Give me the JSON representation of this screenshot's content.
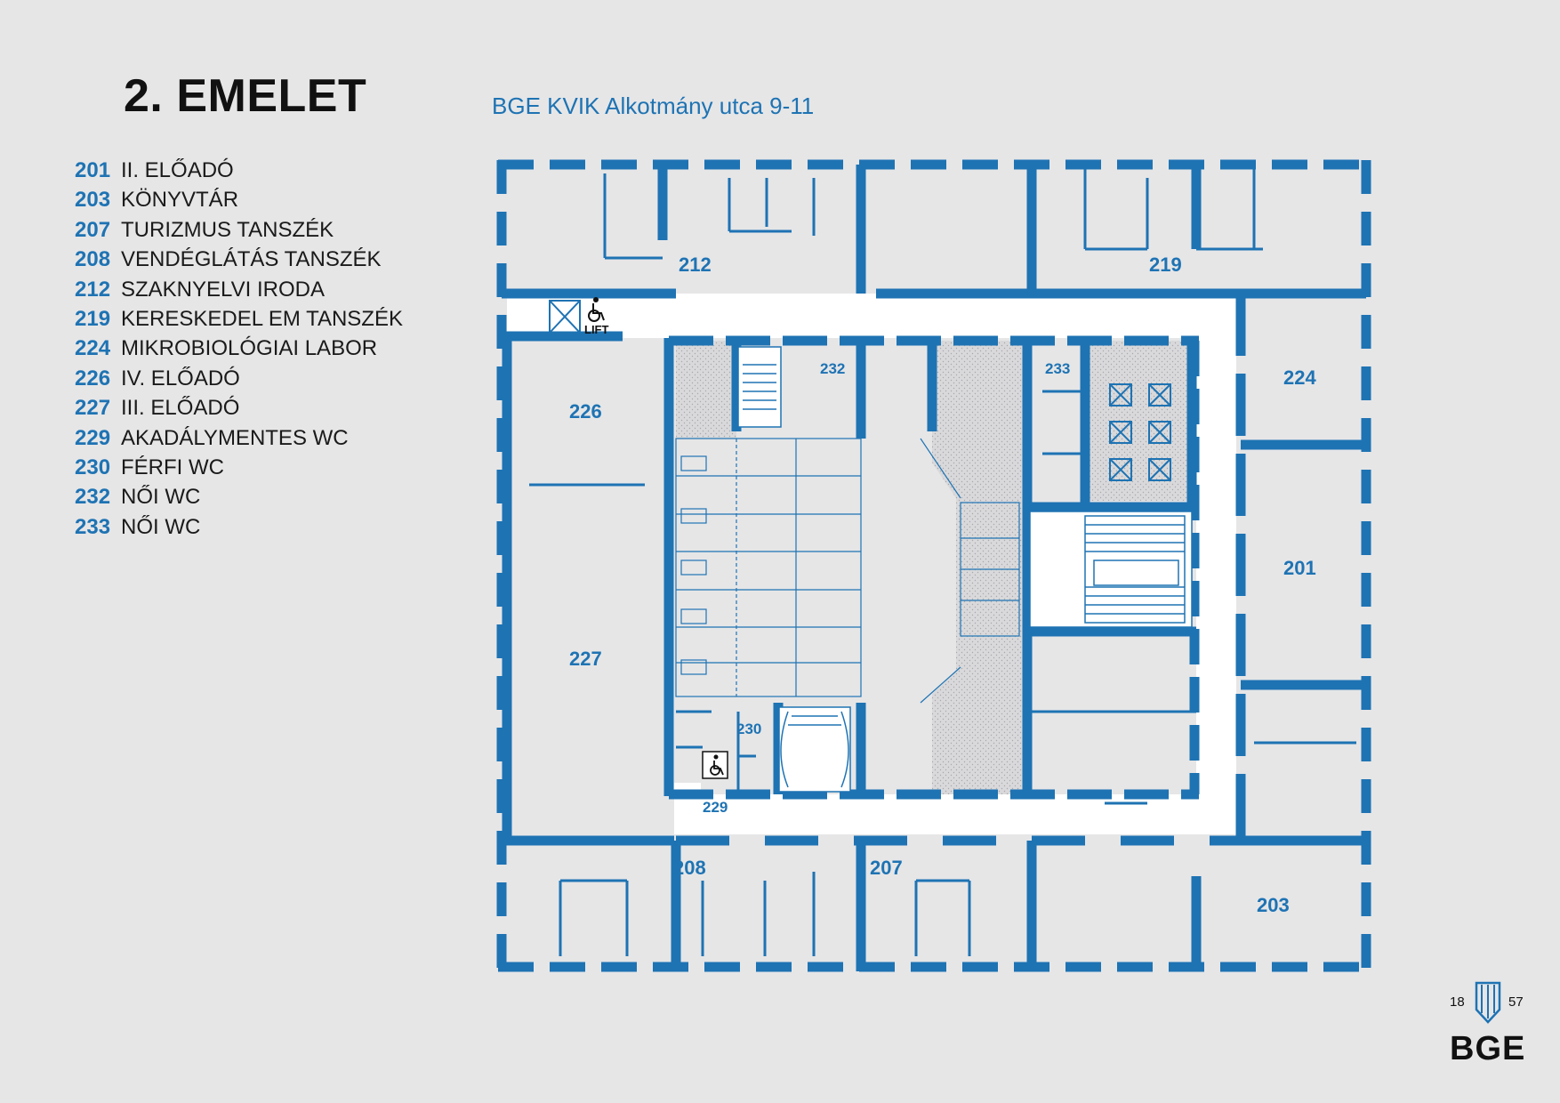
{
  "header": {
    "title": "2. EMELET",
    "subtitle": "BGE KVIK Alkotmány utca 9-11"
  },
  "legend": [
    {
      "num": "201",
      "name": "II. ELŐADÓ"
    },
    {
      "num": "203",
      "name": "KÖNYVTÁR"
    },
    {
      "num": "207",
      "name": "TURIZMUS TANSZÉK"
    },
    {
      "num": "208",
      "name": "VENDÉGLÁTÁS TANSZÉK"
    },
    {
      "num": "212",
      "name": "SZAKNYELVI IRODA"
    },
    {
      "num": "219",
      "name": "KERESKEDEL EM TANSZÉK"
    },
    {
      "num": "224",
      "name": "MIKROBIOLÓGIAI LABOR"
    },
    {
      "num": "226",
      "name": "IV. ELŐADÓ"
    },
    {
      "num": "227",
      "name": "III. ELŐADÓ"
    },
    {
      "num": "229",
      "name": "AKADÁLYMENTES WC"
    },
    {
      "num": "230",
      "name": "FÉRFI WC"
    },
    {
      "num": "232",
      "name": "NŐI WC"
    },
    {
      "num": "233",
      "name": "NŐI WC"
    }
  ],
  "plan": {
    "lift_label": "LIFT",
    "rooms": {
      "r212": "212",
      "r219": "219",
      "r224": "224",
      "r226": "226",
      "r227": "227",
      "r201": "201",
      "r232": "232",
      "r233": "233",
      "r230": "230",
      "r229": "229",
      "r208": "208",
      "r207": "207",
      "r203": "203"
    },
    "icons": [
      "wheelchair-icon",
      "lift-icon",
      "stairs-icon"
    ]
  },
  "logo": {
    "year_left": "18",
    "year_right": "57",
    "text": "BGE"
  },
  "colors": {
    "wall": "#1e73b3",
    "background": "#e6e6e7",
    "corridor": "#ffffff",
    "hatch": "#d0d0d3"
  }
}
